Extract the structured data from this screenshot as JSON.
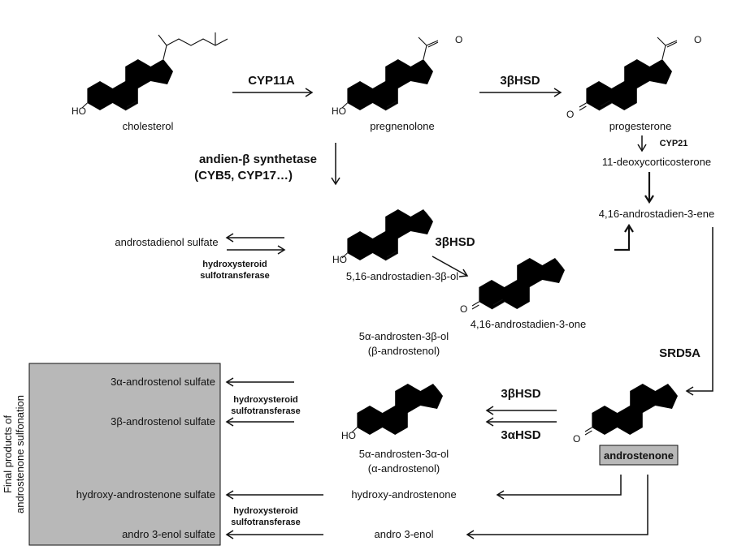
{
  "compounds": {
    "cholesterol": "cholesterol",
    "pregnenolone": "pregnenolone",
    "progesterone": "progesterone",
    "deoxycorticosterone": "11-deoxycorticosterone",
    "androstadiene": "4,16-androstadien-3-ene",
    "androstadienol": "5,16-androstadien-3β-ol",
    "androstadienol_sulfate": "androstadienol sulfate",
    "androstadienone": "4,16-androstadien-3-one",
    "beta_androstenol_l1": "5α-androsten-3β-ol",
    "beta_androstenol_l2": "(β-androstenol)",
    "alpha_androstenol_l1": "5α-androsten-3α-ol",
    "alpha_androstenol_l2": "(α-androstenol)",
    "androstenone": "androstenone",
    "hydroxy_androstenone": "hydroxy-androstenone",
    "andro_3_enol": "andro 3-enol"
  },
  "enzymes": {
    "cyp11a": "CYP11A",
    "hsd3b_1": "3βHSD",
    "cyp21": "CYP21",
    "andien_l1": "andien-β synthetase",
    "andien_l2": "(CYB5, CYP17…)",
    "hsd3b_2": "3βHSD",
    "srd5a": "SRD5A",
    "hsd3b_3": "3βHSD",
    "hsd3a": "3αHSD",
    "sulfo_1_l1": "hydroxysteroid",
    "sulfo_1_l2": "sulfotransferase",
    "sulfo_2_l1": "hydroxysteroid",
    "sulfo_2_l2": "sulfotransferase",
    "sulfo_3_l1": "hydroxysteroid",
    "sulfo_3_l2": "sulfotransferase"
  },
  "final_products": {
    "side_label_l1": "Final products of",
    "side_label_l2": "androstenone sulfonation",
    "items": [
      "3α-androstenol sulfate",
      "3β-androstenol sulfate",
      "hydroxy-androstenone sulfate",
      "andro 3-enol sulfate"
    ],
    "box_color": "#b8b8b8"
  },
  "atoms": {
    "ho": "HO",
    "o": "O"
  }
}
